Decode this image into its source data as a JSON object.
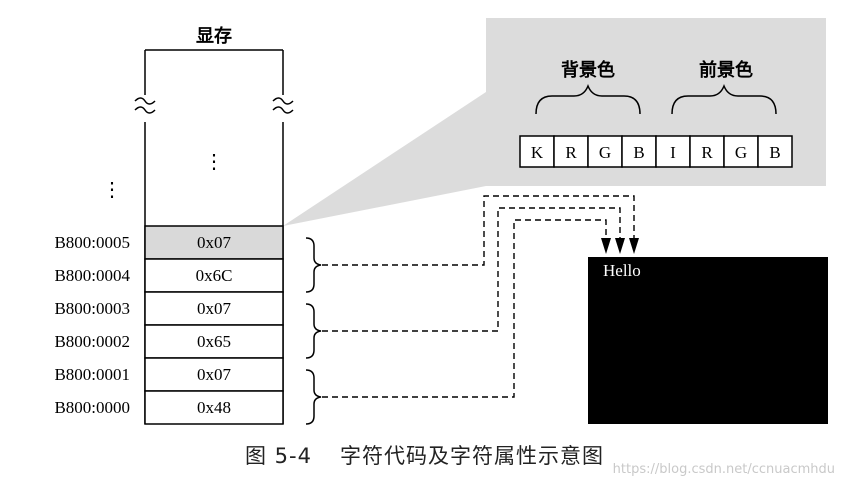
{
  "memory": {
    "title": "显存",
    "dots": "⋮",
    "rows": [
      {
        "address": "B800:0005",
        "value": "0x07"
      },
      {
        "address": "B800:0004",
        "value": "0x6C"
      },
      {
        "address": "B800:0003",
        "value": "0x07"
      },
      {
        "address": "B800:0002",
        "value": "0x65"
      },
      {
        "address": "B800:0001",
        "value": "0x07"
      },
      {
        "address": "B800:0000",
        "value": "0x48"
      }
    ]
  },
  "attribute": {
    "background_label": "背景色",
    "foreground_label": "前景色",
    "bits": [
      "K",
      "R",
      "G",
      "B",
      "I",
      "R",
      "G",
      "B"
    ]
  },
  "screen": {
    "text": "Hello"
  },
  "caption": {
    "number": "图 5-4",
    "title": "字符代码及字符属性示意图"
  },
  "watermark": "https://blog.csdn.net/ccnuacmhdu",
  "colors": {
    "panel": "#dcdcdc",
    "highlight_cell": "#d9d9d9",
    "screen": "#000000",
    "line": "#000000"
  }
}
